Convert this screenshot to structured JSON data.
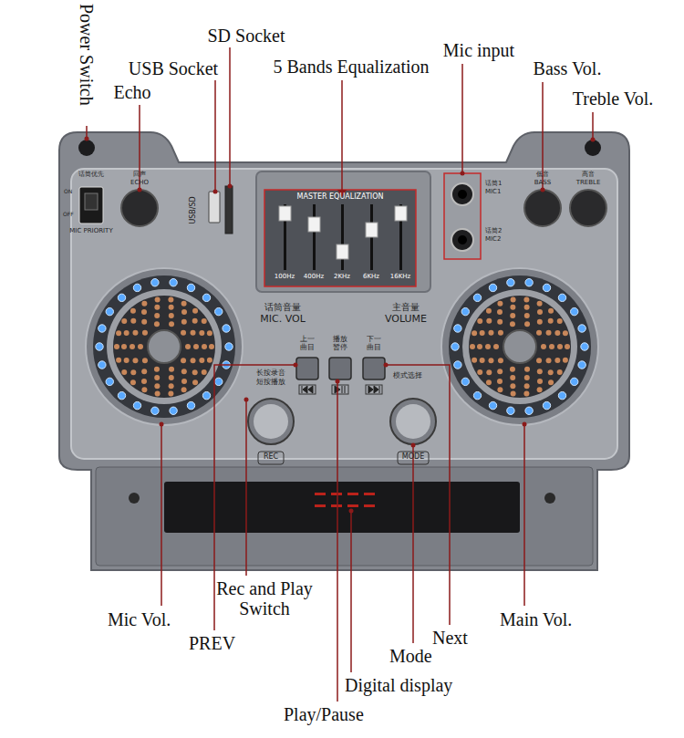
{
  "diagram": {
    "labels": [
      "Power Switch",
      "SD Socket",
      "USB Socket",
      "5 Bands Equalization",
      "Echo",
      "Mic input",
      "Bass Vol.",
      "Treble Vol.",
      "Mic Vol.",
      "PREV",
      "Rec and Play Switch",
      "Mode",
      "Next",
      "Main Vol.",
      "Digital display",
      "Play/Pause",
      "话筒优先",
      "ON",
      "OFF",
      "MIC PRIORITY",
      "回声",
      "ECHO",
      "USB/SD",
      "MASTER EQUALIZATION",
      "100Hz",
      "400Hz",
      "2KHz",
      "6KHz",
      "16KHz",
      "话筒1",
      "MIC1",
      "话筒2",
      "MIC2",
      "低音",
      "BASS",
      "高音",
      "TREBLE",
      "话筒音量",
      "MIC. VOL",
      "主音量",
      "VOLUME",
      "上一曲目",
      "播放暂停",
      "下一曲目",
      "长按录音",
      "短按播放",
      "模式选择",
      "REC",
      "MODE"
    ]
  }
}
